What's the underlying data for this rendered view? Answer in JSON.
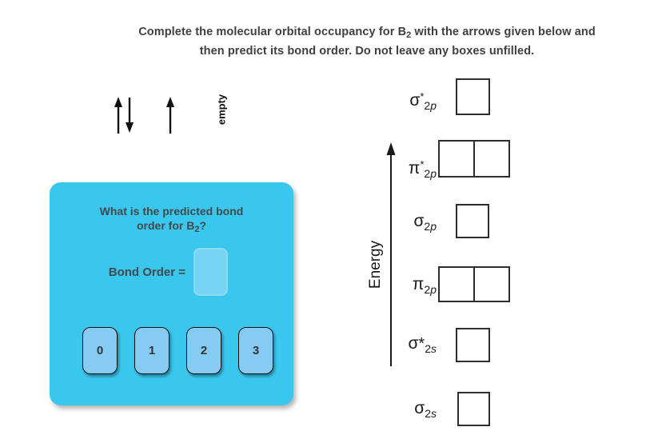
{
  "title": {
    "line1_pre": "Complete the molecular orbital occupancy for B",
    "line1_sub": "2",
    "line1_post": " with the arrows given below and",
    "line2": "then predict its bond order.  Do not leave any boxes unfilled."
  },
  "palette": {
    "paired_arrows_icon": "paired-up-down-arrows",
    "single_arrow_icon": "single-up-arrow",
    "empty_label": "empty"
  },
  "question_panel": {
    "question_line1": "What is the predicted bond",
    "question_line2_pre": "order for B",
    "question_line2_sub": "2",
    "question_line2_post": "?",
    "bond_order_label": "Bond Order =",
    "answer_box_value": "",
    "buttons": [
      "0",
      "1",
      "2",
      "3"
    ]
  },
  "energy_diagram": {
    "axis_label": "Energy",
    "levels": [
      {
        "name": "sigma-star-2p",
        "symbol": "σ",
        "star": "*",
        "sub_num": "2",
        "sub_letter": "p",
        "boxes": 1
      },
      {
        "name": "pi-star-2p",
        "symbol": "π",
        "star": "*",
        "sub_num": "2",
        "sub_letter": "p",
        "boxes": 2
      },
      {
        "name": "sigma-2p",
        "symbol": "σ",
        "star": "",
        "sub_num": "2",
        "sub_letter": "p",
        "boxes": 1
      },
      {
        "name": "pi-2p",
        "symbol": "π",
        "star": "",
        "sub_num": "2",
        "sub_letter": "p",
        "boxes": 2
      },
      {
        "name": "sigma-star-2s",
        "symbol": "σ",
        "star": "*",
        "sub_num": "2",
        "sub_letter": "s",
        "boxes": 1
      },
      {
        "name": "sigma-2s",
        "symbol": "σ",
        "star": "",
        "sub_num": "2",
        "sub_letter": "s",
        "boxes": 1
      }
    ]
  },
  "colors": {
    "panel_bg": "#3AC7EE",
    "button_bg": "#85CBF2",
    "answer_box_bg": "#74D4F1",
    "panel_text": "#44484B",
    "title_text": "#3F3F3F",
    "diagram_ink": "#1A1A1A"
  }
}
